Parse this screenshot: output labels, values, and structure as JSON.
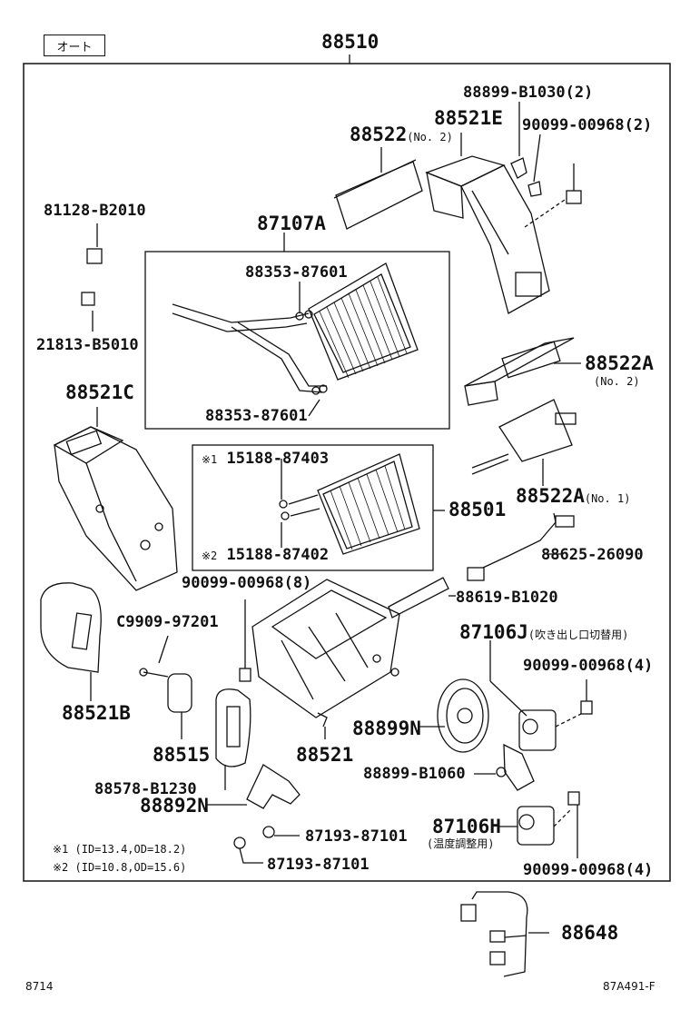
{
  "diagram": {
    "badge": "オート",
    "assembly_no": "88510",
    "labels": {
      "p88899_b1030": "88899-B1030(2)",
      "p88521e": "88521E",
      "p90099_2": "90099-00968(2)",
      "p88522": "88522",
      "p88522_sub": "(No. 2)",
      "p81128": "81128-B2010",
      "p87107a": "87107A",
      "p88353_top": "88353-87601",
      "p21813": "21813-B5010",
      "p88521c": "88521C",
      "p88353_bot": "88353-87601",
      "p88522a2": "88522A",
      "p88522a2_sub": "(No. 2)",
      "p15188_403_mark": "※1",
      "p15188_403": "15188-87403",
      "p15188_402_mark": "※2",
      "p15188_402": "15188-87402",
      "p88501": "88501",
      "p88522a1": "88522A",
      "p88522a1_sub": "(No. 1)",
      "p88625": "88625-26090",
      "p90099_8": "90099-00968(8)",
      "p88619": "88619-B1020",
      "pc9909": "C9909-97201",
      "p87106j": "87106J",
      "p87106j_sub": "(吹き出し口切替用)",
      "p90099_4a": "90099-00968(4)",
      "p88521b": "88521B",
      "p88899n": "88899N",
      "p88515": "88515",
      "p88521": "88521",
      "p88899_b1060": "88899-B1060",
      "p88578": "88578-B1230",
      "p88892n": "88892N",
      "p87106h": "87106H",
      "p87106h_sub": "(温度調整用)",
      "p87193_a": "87193-87101",
      "p87193_b": "87193-87101",
      "p90099_4b": "90099-00968(4)",
      "note1": "※1 (ID=13.4,OD=18.2)",
      "note2": "※2 (ID=10.8,OD=15.6)",
      "p88648": "88648"
    },
    "footer_left": "8714",
    "footer_right": "87A491-F"
  }
}
